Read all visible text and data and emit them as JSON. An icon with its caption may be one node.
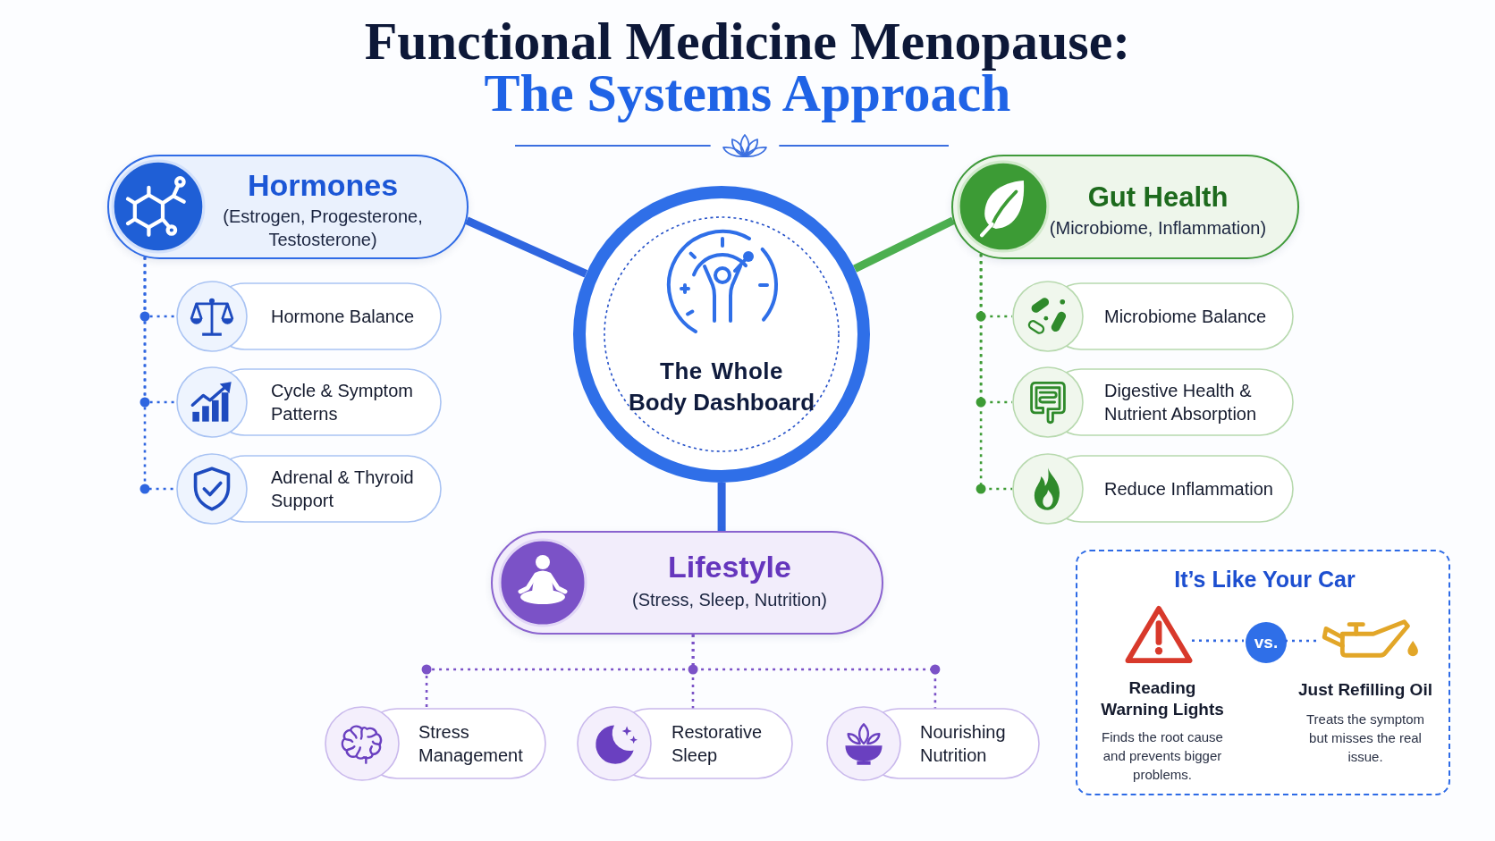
{
  "diagram": {
    "title": "Functional Medicine Menopause:",
    "nodes": [
      {
        "text": [
          "Hormones",
          "(Estrogen, Progesterone, Testosterone)"
        ]
      },
      {
        "text": [
          "Hormone Balance"
        ]
      },
      {
        "text": [
          "Cycle & Symptom Patterns"
        ]
      },
      {
        "text": [
          "Adrenal & Thyroid Support"
        ]
      },
      {
        "text": [
          "The Whole Body Dashboard"
        ]
      },
      {
        "text": [
          "Gut Health",
          "(Microbiome, Inflammation)"
        ]
      },
      {
        "text": [
          "Microbiome Balance"
        ]
      },
      {
        "text": [
          "Digestive Health & Nutrient Absorption"
        ]
      },
      {
        "text": [
          "Reduce Inflammation"
        ]
      },
      {
        "text": [
          "Lifestyle",
          "(Stress, Sleep, Nutrition)"
        ]
      },
      {
        "text": [
          "Stress Management"
        ]
      },
      {
        "text": [
          "Restorative Sleep"
        ]
      },
      {
        "text": [
          "Nourishing Nutrition"
        ]
      },
      {
        "text": [
          "It’s Like Your Car"
        ]
      },
      {
        "text": [],
        "shape": "picture",
        "in": 13,
        "beside": [
          "Reading Warning Lights",
          "Finds the root cause and prevents bigger problems."
        ]
      },
      {
        "text": [
          "vs."
        ],
        "in": 13
      },
      {
        "text": [],
        "shape": "picture",
        "in": 13,
        "beside": [
          "Just Refilling Oil",
          "Treats the symptom but misses the real issue."
        ]
      }
    ],
    "edges": [
      {
        "from": 4,
        "to": 0,
        "arrow": "none",
        "style": "thick"
      },
      {
        "from": 4,
        "to": 5,
        "arrow": "none",
        "style": "thick",
        "color": "#4caf50"
      },
      {
        "from": 4,
        "to": 9,
        "arrow": "none",
        "style": "thick"
      },
      {
        "from": 0,
        "to": 1,
        "arrow": "none",
        "style": "dashed"
      },
      {
        "from": 0,
        "to": 2,
        "arrow": "none",
        "style": "dashed"
      },
      {
        "from": 0,
        "to": 3,
        "arrow": "none",
        "style": "dashed"
      },
      {
        "from": 5,
        "to": 6,
        "arrow": "none",
        "style": "dashed",
        "color": "#3d9b35"
      },
      {
        "from": 5,
        "to": 7,
        "arrow": "none",
        "style": "dashed",
        "color": "#3d9b35"
      },
      {
        "from": 5,
        "to": 8,
        "arrow": "none",
        "style": "dashed",
        "color": "#3d9b35"
      },
      {
        "from": 9,
        "to": 10,
        "arrow": "none",
        "style": "dashed",
        "color": "#7b52c7"
      },
      {
        "from": 9,
        "to": 11,
        "arrow": "none",
        "style": "dashed",
        "color": "#7b52c7"
      },
      {
        "from": 9,
        "to": 12,
        "arrow": "none",
        "style": "dashed",
        "color": "#7b52c7"
      },
      {
        "from": 14,
        "to": 15,
        "arrow": "none",
        "style": "dashed"
      },
      {
        "from": 15,
        "to": 16,
        "arrow": "none",
        "style": "dashed"
      }
    ],
    "labels": [
      "The Systems Approach"
    ]
  }
}
